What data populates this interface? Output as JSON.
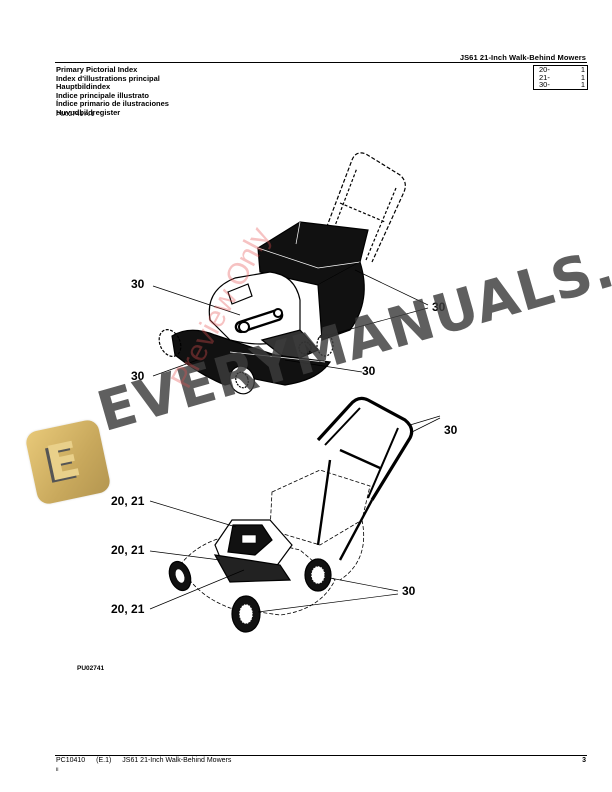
{
  "header": {
    "title": "JS61  21-Inch Walk-Behind Mowers"
  },
  "index": {
    "titles": [
      "Primary Pictorial Index",
      "Index d'illustrations principal",
      "Hauptbildindex",
      "Indice principale illustrato",
      "Índice primario de ilustraciones",
      "Huvudbildregister"
    ],
    "reference_id": "PU02741 A.1",
    "groups": [
      {
        "code": "20-",
        "qty": "1"
      },
      {
        "code": "21-",
        "qty": "1"
      },
      {
        "code": "30-",
        "qty": "1"
      }
    ]
  },
  "figure": {
    "id": "PU02741",
    "callouts_top": [
      "30",
      "30",
      "30",
      "30"
    ],
    "callouts_bottom": [
      "30",
      "20, 21",
      "20, 21",
      "20, 21",
      "30"
    ]
  },
  "watermark": {
    "brand": "EVERYMANUALS.COM",
    "preview": "Preview Only",
    "logo_letter": "E"
  },
  "footer": {
    "doc_number": "PC10410",
    "edition": "(E.1)",
    "title": "JS61 21-Inch Walk-Behind Mowers",
    "sub": "ii",
    "page": "3"
  }
}
